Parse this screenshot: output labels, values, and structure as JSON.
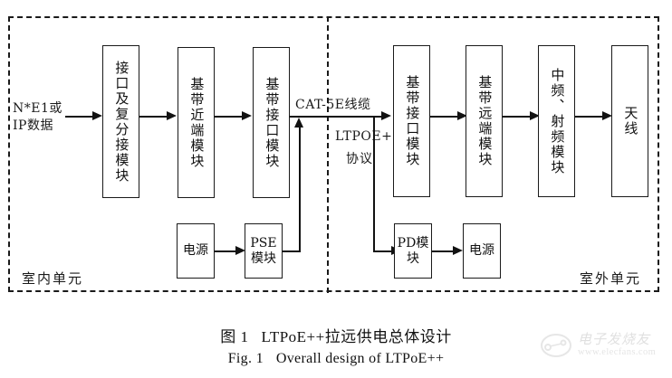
{
  "figure": {
    "caption_cn_number": "图 1",
    "caption_cn_text": "LTPoE++拉远供电总体设计",
    "caption_en_number": "Fig. 1",
    "caption_en_text": "Overall design of LTPoE++"
  },
  "zones": {
    "indoor_label": "室内单元",
    "outdoor_label": "室外单元"
  },
  "signal": {
    "input_line1": "N*E1或",
    "input_line2": "IP数据",
    "cable_label": "CAT-5E线缆",
    "protocol_label_line1": "LTPOE++",
    "protocol_label_line2": "协议"
  },
  "indoor_blocks": [
    {
      "id": "interface-mux-module",
      "label": "接口及复分接模块"
    },
    {
      "id": "baseband-near-end-module",
      "label": "基带近端模块"
    },
    {
      "id": "baseband-interface-module-indoor",
      "label": "基带接口模块"
    }
  ],
  "indoor_power_blocks": [
    {
      "id": "power-supply-indoor",
      "label": "电源"
    },
    {
      "id": "pse-module",
      "label": "PSE模块"
    }
  ],
  "outdoor_blocks": [
    {
      "id": "baseband-interface-module-outdoor",
      "label": "基带接口模块"
    },
    {
      "id": "baseband-far-end-module",
      "label": "基带远端模块"
    },
    {
      "id": "if-rf-module",
      "label": "中频、射频模块"
    },
    {
      "id": "antenna",
      "label": "天线"
    }
  ],
  "outdoor_power_blocks": [
    {
      "id": "pd-module",
      "label": "PD模块"
    },
    {
      "id": "power-supply-outdoor",
      "label": "电源"
    }
  ],
  "watermark": {
    "text": "电子发烧友",
    "url": "www.elecfans.com"
  },
  "colors": {
    "line": "#121212",
    "frame": "#1a1a1a",
    "background": "#ffffff",
    "watermark": "#9a9a9a"
  }
}
